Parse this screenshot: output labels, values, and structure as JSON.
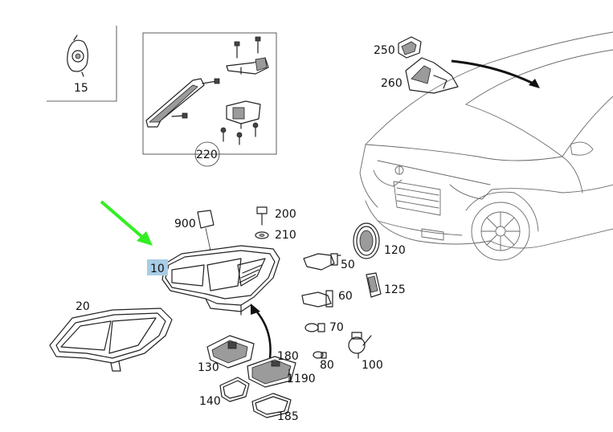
{
  "labels": {
    "p15": "15",
    "p220": "220",
    "p250": "250",
    "p260": "260",
    "p900": "900",
    "p200": "200",
    "p210": "210",
    "p10": "10",
    "p120": "120",
    "p50": "50",
    "p125": "125",
    "p60": "60",
    "p20": "20",
    "p70": "70",
    "p180": "180",
    "p130": "130",
    "p80": "80",
    "p100": "100",
    "p1190": "1190",
    "p140": "140",
    "p185": "185"
  },
  "colors": {
    "highlight_box": "#a8cde6",
    "pointer_arrow": "#33ee22",
    "line": "#222222",
    "car_line": "#6a6a6a"
  }
}
